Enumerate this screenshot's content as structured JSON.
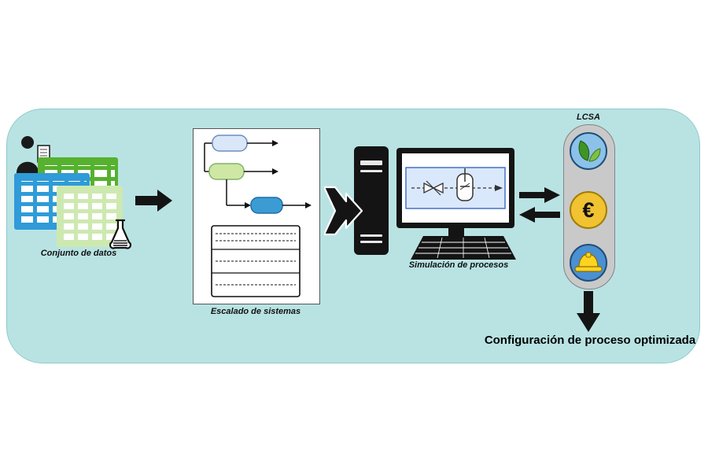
{
  "labels": {
    "dataset": "Conjunto de datos",
    "scaling": "Escalado de sistemas",
    "simulation": "Simulación de procesos",
    "lcsa": "LCSA",
    "output": "Configuración de proceso optimizada",
    "euro_symbol": "€"
  },
  "icons": {
    "person": "user-silhouette",
    "document": "data-document",
    "spreadsheets": [
      "green-spreadsheet",
      "blue-spreadsheet",
      "light-green-spreadsheet"
    ],
    "flask": "erlenmeyer-flask",
    "flow_arrow": "black-block-arrow-right",
    "transfer_arrow": "notched-block-arrow-right",
    "computer": "tower-monitor-keyboard",
    "process": "valve-and-reactor-vessel",
    "exchange_arrows": "double-block-arrows-left-right",
    "leaf": "environment-leaves",
    "euro": "economy-euro-coin",
    "helmet": "safety-hard-hat",
    "down_arrow": "black-block-arrow-down"
  },
  "colors": {
    "container_background": "#b9e3e3",
    "spreadsheet_green": "#56b12e",
    "spreadsheet_blue": "#2f9bd8",
    "spreadsheet_light_green": "#cde9b0",
    "flow_node_light_blue": "#d9e7f8",
    "flow_node_light_green": "#cfe7a5",
    "flow_node_blue": "#3d9bd4",
    "screen_panel_blue": "#dae8fc",
    "lcsa_panel_gray": "#c9c9c9",
    "leaf_circle_blue": "#8cc2ea",
    "leaf_green": "#3f9425",
    "euro_yellow": "#f1c232",
    "helmet_circle_blue": "#4a90d2",
    "helmet_yellow": "#ffd320",
    "arrow_black": "#141414"
  }
}
